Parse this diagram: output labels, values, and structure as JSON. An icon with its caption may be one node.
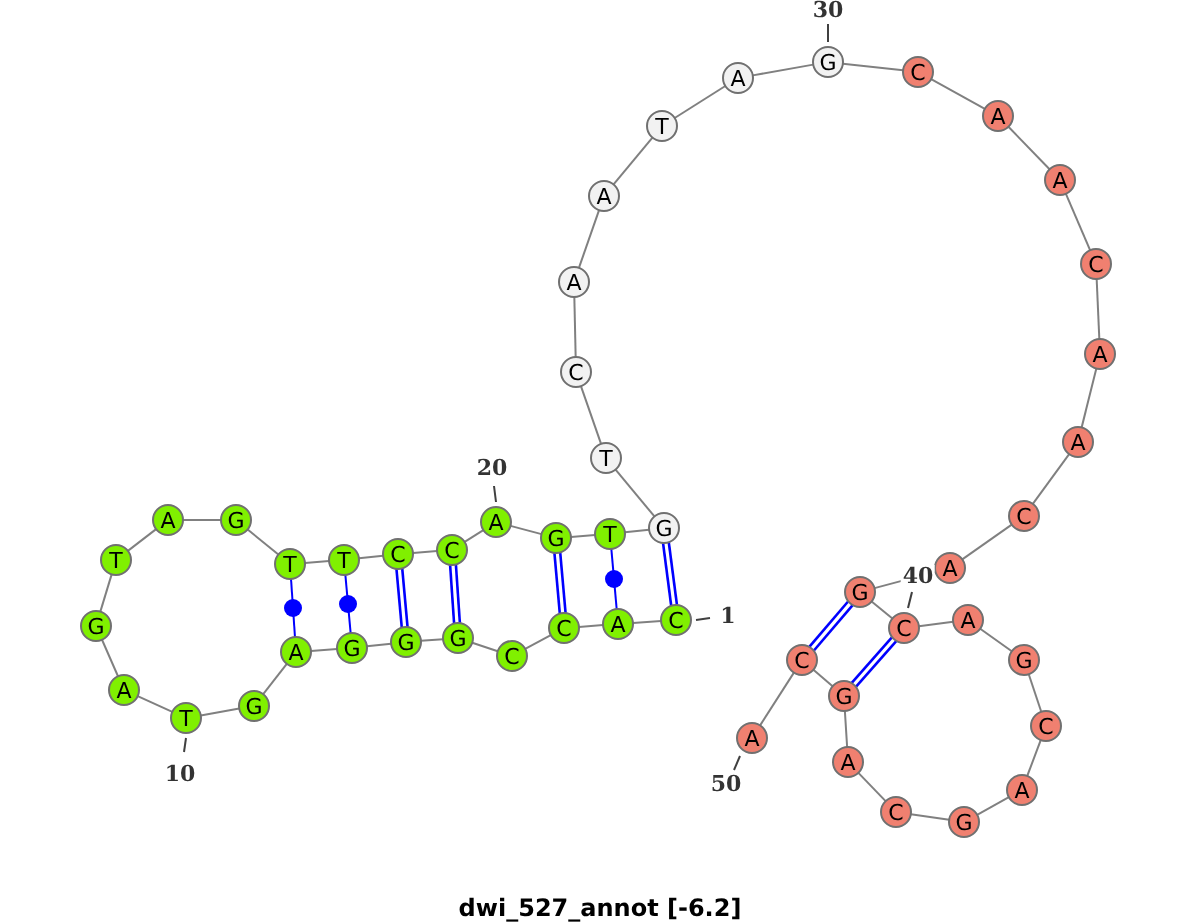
{
  "diagram": {
    "caption": "dwi_527_annot [-6.2]",
    "nodes": [
      {
        "text": [
          "C"
        ],
        "beside": [
          "1"
        ]
      },
      {
        "text": [
          "A"
        ]
      },
      {
        "text": [
          "C"
        ]
      },
      {
        "text": [
          "C"
        ]
      },
      {
        "text": [
          "G"
        ]
      },
      {
        "text": [
          "G"
        ]
      },
      {
        "text": [
          "G"
        ]
      },
      {
        "text": [
          "A"
        ]
      },
      {
        "text": [
          "G"
        ]
      },
      {
        "text": [
          "T"
        ],
        "beside": [
          "10"
        ]
      },
      {
        "text": [
          "A"
        ]
      },
      {
        "text": [
          "G"
        ]
      },
      {
        "text": [
          "T"
        ]
      },
      {
        "text": [
          "A"
        ]
      },
      {
        "text": [
          "G"
        ]
      },
      {
        "text": [
          "T"
        ]
      },
      {
        "text": [
          "T"
        ]
      },
      {
        "text": [
          "C"
        ]
      },
      {
        "text": [
          "C"
        ]
      },
      {
        "text": [
          "A"
        ],
        "beside": [
          "20"
        ]
      },
      {
        "text": [
          "G"
        ]
      },
      {
        "text": [
          "T"
        ]
      },
      {
        "text": [
          "G"
        ]
      },
      {
        "text": [
          "T"
        ]
      },
      {
        "text": [
          "C"
        ]
      },
      {
        "text": [
          "A"
        ]
      },
      {
        "text": [
          "A"
        ]
      },
      {
        "text": [
          "T"
        ]
      },
      {
        "text": [
          "A"
        ]
      },
      {
        "text": [
          "G"
        ],
        "beside": [
          "30"
        ]
      },
      {
        "text": [
          "C"
        ]
      },
      {
        "text": [
          "A"
        ]
      },
      {
        "text": [
          "A"
        ]
      },
      {
        "text": [
          "C"
        ]
      },
      {
        "text": [
          "A"
        ]
      },
      {
        "text": [
          "A"
        ]
      },
      {
        "text": [
          "C"
        ]
      },
      {
        "text": [
          "A"
        ]
      },
      {
        "text": [
          "G"
        ]
      },
      {
        "text": [
          "C"
        ]
      },
      {
        "text": [
          "A"
        ]
      },
      {
        "text": [
          "G"
        ]
      },
      {
        "text": [
          "C"
        ]
      },
      {
        "text": [
          "A"
        ]
      },
      {
        "text": [
          "G"
        ]
      },
      {
        "text": [
          "C"
        ]
      },
      {
        "text": [
          "A"
        ]
      },
      {
        "text": [
          "G"
        ]
      },
      {
        "text": [
          "C"
        ]
      },
      {
        "text": [
          "A"
        ],
        "beside": [
          "50"
        ]
      }
    ],
    "edges": [
      {
        "from": 0,
        "to": 1,
        "arrow": "none"
      },
      {
        "from": 1,
        "to": 2,
        "arrow": "none"
      },
      {
        "from": 2,
        "to": 3,
        "arrow": "none"
      },
      {
        "from": 3,
        "to": 4,
        "arrow": "none"
      },
      {
        "from": 4,
        "to": 5,
        "arrow": "none"
      },
      {
        "from": 5,
        "to": 6,
        "arrow": "none"
      },
      {
        "from": 6,
        "to": 7,
        "arrow": "none"
      },
      {
        "from": 7,
        "to": 8,
        "arrow": "none"
      },
      {
        "from": 8,
        "to": 9,
        "arrow": "none"
      },
      {
        "from": 9,
        "to": 10,
        "arrow": "none"
      },
      {
        "from": 10,
        "to": 11,
        "arrow": "none"
      },
      {
        "from": 11,
        "to": 12,
        "arrow": "none"
      },
      {
        "from": 12,
        "to": 13,
        "arrow": "none"
      },
      {
        "from": 13,
        "to": 14,
        "arrow": "none"
      },
      {
        "from": 14,
        "to": 15,
        "arrow": "none"
      },
      {
        "from": 15,
        "to": 16,
        "arrow": "none"
      },
      {
        "from": 16,
        "to": 17,
        "arrow": "none"
      },
      {
        "from": 17,
        "to": 18,
        "arrow": "none"
      },
      {
        "from": 18,
        "to": 19,
        "arrow": "none"
      },
      {
        "from": 19,
        "to": 20,
        "arrow": "none"
      },
      {
        "from": 20,
        "to": 21,
        "arrow": "none"
      },
      {
        "from": 21,
        "to": 22,
        "arrow": "none"
      },
      {
        "from": 22,
        "to": 23,
        "arrow": "none"
      },
      {
        "from": 23,
        "to": 24,
        "arrow": "none"
      },
      {
        "from": 24,
        "to": 25,
        "arrow": "none"
      },
      {
        "from": 25,
        "to": 26,
        "arrow": "none"
      },
      {
        "from": 26,
        "to": 27,
        "arrow": "none"
      },
      {
        "from": 27,
        "to": 28,
        "arrow": "none"
      },
      {
        "from": 28,
        "to": 29,
        "arrow": "none"
      },
      {
        "from": 29,
        "to": 30,
        "arrow": "none"
      },
      {
        "from": 30,
        "to": 31,
        "arrow": "none"
      },
      {
        "from": 31,
        "to": 32,
        "arrow": "none"
      },
      {
        "from": 32,
        "to": 33,
        "arrow": "none"
      },
      {
        "from": 33,
        "to": 34,
        "arrow": "none"
      },
      {
        "from": 34,
        "to": 35,
        "arrow": "none"
      },
      {
        "from": 35,
        "to": 36,
        "arrow": "none"
      },
      {
        "from": 36,
        "to": 37,
        "arrow": "none"
      },
      {
        "from": 37,
        "to": 38,
        "arrow": "none"
      },
      {
        "from": 38,
        "to": 39,
        "arrow": "none"
      },
      {
        "from": 39,
        "to": 40,
        "arrow": "none"
      },
      {
        "from": 40,
        "to": 41,
        "arrow": "none"
      },
      {
        "from": 41,
        "to": 42,
        "arrow": "none"
      },
      {
        "from": 42,
        "to": 43,
        "arrow": "none"
      },
      {
        "from": 43,
        "to": 44,
        "arrow": "none"
      },
      {
        "from": 44,
        "to": 45,
        "arrow": "none"
      },
      {
        "from": 45,
        "to": 46,
        "arrow": "none"
      },
      {
        "from": 46,
        "to": 47,
        "arrow": "none"
      },
      {
        "from": 47,
        "to": 48,
        "arrow": "none"
      },
      {
        "from": 48,
        "to": 49,
        "arrow": "none"
      },
      {
        "from": 0,
        "to": 22,
        "arrow": "none",
        "style": "thick",
        "color": "#0000ff"
      },
      {
        "from": 1,
        "to": 21,
        "arrow": "none",
        "color": "#0000ff"
      },
      {
        "from": 2,
        "to": 20,
        "arrow": "none",
        "style": "thick",
        "color": "#0000ff"
      },
      {
        "from": 4,
        "to": 18,
        "arrow": "none",
        "style": "thick",
        "color": "#0000ff"
      },
      {
        "from": 5,
        "to": 17,
        "arrow": "none",
        "style": "thick",
        "color": "#0000ff"
      },
      {
        "from": 6,
        "to": 16,
        "arrow": "none",
        "color": "#0000ff"
      },
      {
        "from": 7,
        "to": 15,
        "arrow": "none",
        "color": "#0000ff"
      },
      {
        "from": 38,
        "to": 48,
        "arrow": "none",
        "style": "thick",
        "color": "#0000ff"
      },
      {
        "from": 39,
        "to": 47,
        "arrow": "none",
        "style": "thick",
        "color": "#0000ff"
      }
    ],
    "labels": [
      "40"
    ]
  }
}
